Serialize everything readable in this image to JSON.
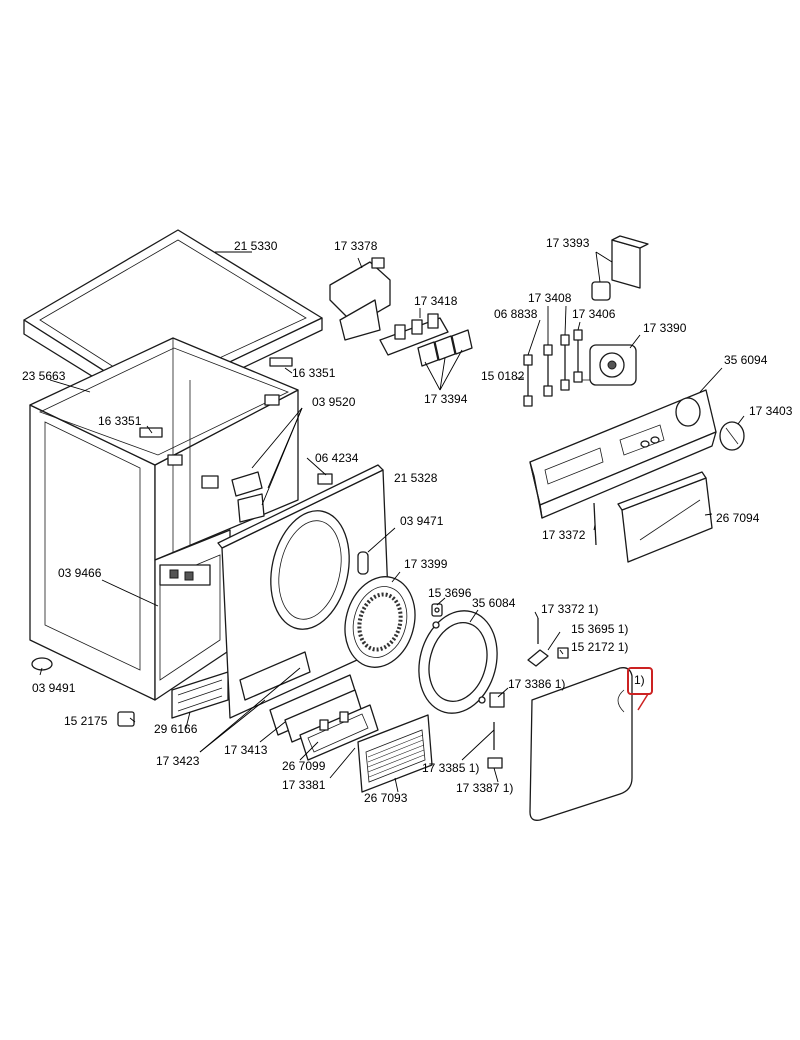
{
  "labels": {
    "p215330": "21 5330",
    "p173378": "17 3378",
    "p173393": "17 3393",
    "p173418": "17 3418",
    "p173408": "17 3408",
    "p068838": "06 8838",
    "p173406": "17 3406",
    "p173390": "17 3390",
    "p235663": "23 5663",
    "p163351a": "16 3351",
    "p163351b": "16 3351",
    "p039520": "03 9520",
    "p150182": "15 0182",
    "p356094": "35 6094",
    "p173394": "17 3394",
    "p173403": "17 3403",
    "p064234": "06 4234",
    "p215328": "21 5328",
    "p039471": "03 9471",
    "p267094": "26 7094",
    "p173372": "17 3372",
    "p173399": "17 3399",
    "p039466": "03 9466",
    "p153696": "15 3696",
    "p356084": "35 6084",
    "p1733721": "17 3372 1)",
    "p1536951": "15 3695 1)",
    "p1521721": "15 2172 1)",
    "p039491": "03 9491",
    "p1733861": "17 3386 1)",
    "p152175": "15 2175",
    "p296166": "29 6166",
    "p173423": "17 3423",
    "p173413": "17 3413",
    "p267099": "26 7099",
    "p1733851": "17 3385 1)",
    "p173381": "17 3381",
    "p1733871": "17 3387 1)",
    "p267093": "26 7093",
    "note1": "1)"
  },
  "colors": {
    "line": "#1a1a1a",
    "highlight": "#cc2222"
  }
}
